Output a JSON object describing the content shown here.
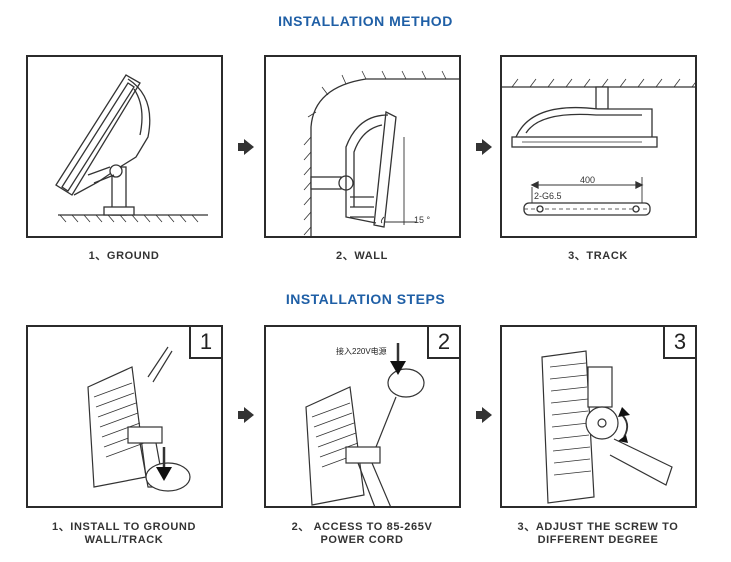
{
  "method": {
    "title": "INSTALLATION METHOD",
    "panels": [
      {
        "caption": "1、GROUND"
      },
      {
        "caption": "2、WALL",
        "angle_label": "15 °"
      },
      {
        "caption": "3、TRACK",
        "dim_label": "400",
        "track_label": "2-G6.5"
      }
    ]
  },
  "steps": {
    "title": "INSTALLATION STEPS",
    "panels": [
      {
        "number": "1",
        "caption_line1": "1、INSTALL TO GROUND",
        "caption_line2": "WALL/TRACK"
      },
      {
        "number": "2",
        "note": "接入220V电源",
        "caption_line1": "2、 ACCESS TO 85-265V",
        "caption_line2": "POWER CORD"
      },
      {
        "number": "3",
        "caption_line1": "3、ADJUST THE SCREW TO",
        "caption_line2": "DIFFERENT DEGREE"
      }
    ]
  },
  "colors": {
    "title": "#1f5fa6",
    "line": "#2b2b2b"
  }
}
